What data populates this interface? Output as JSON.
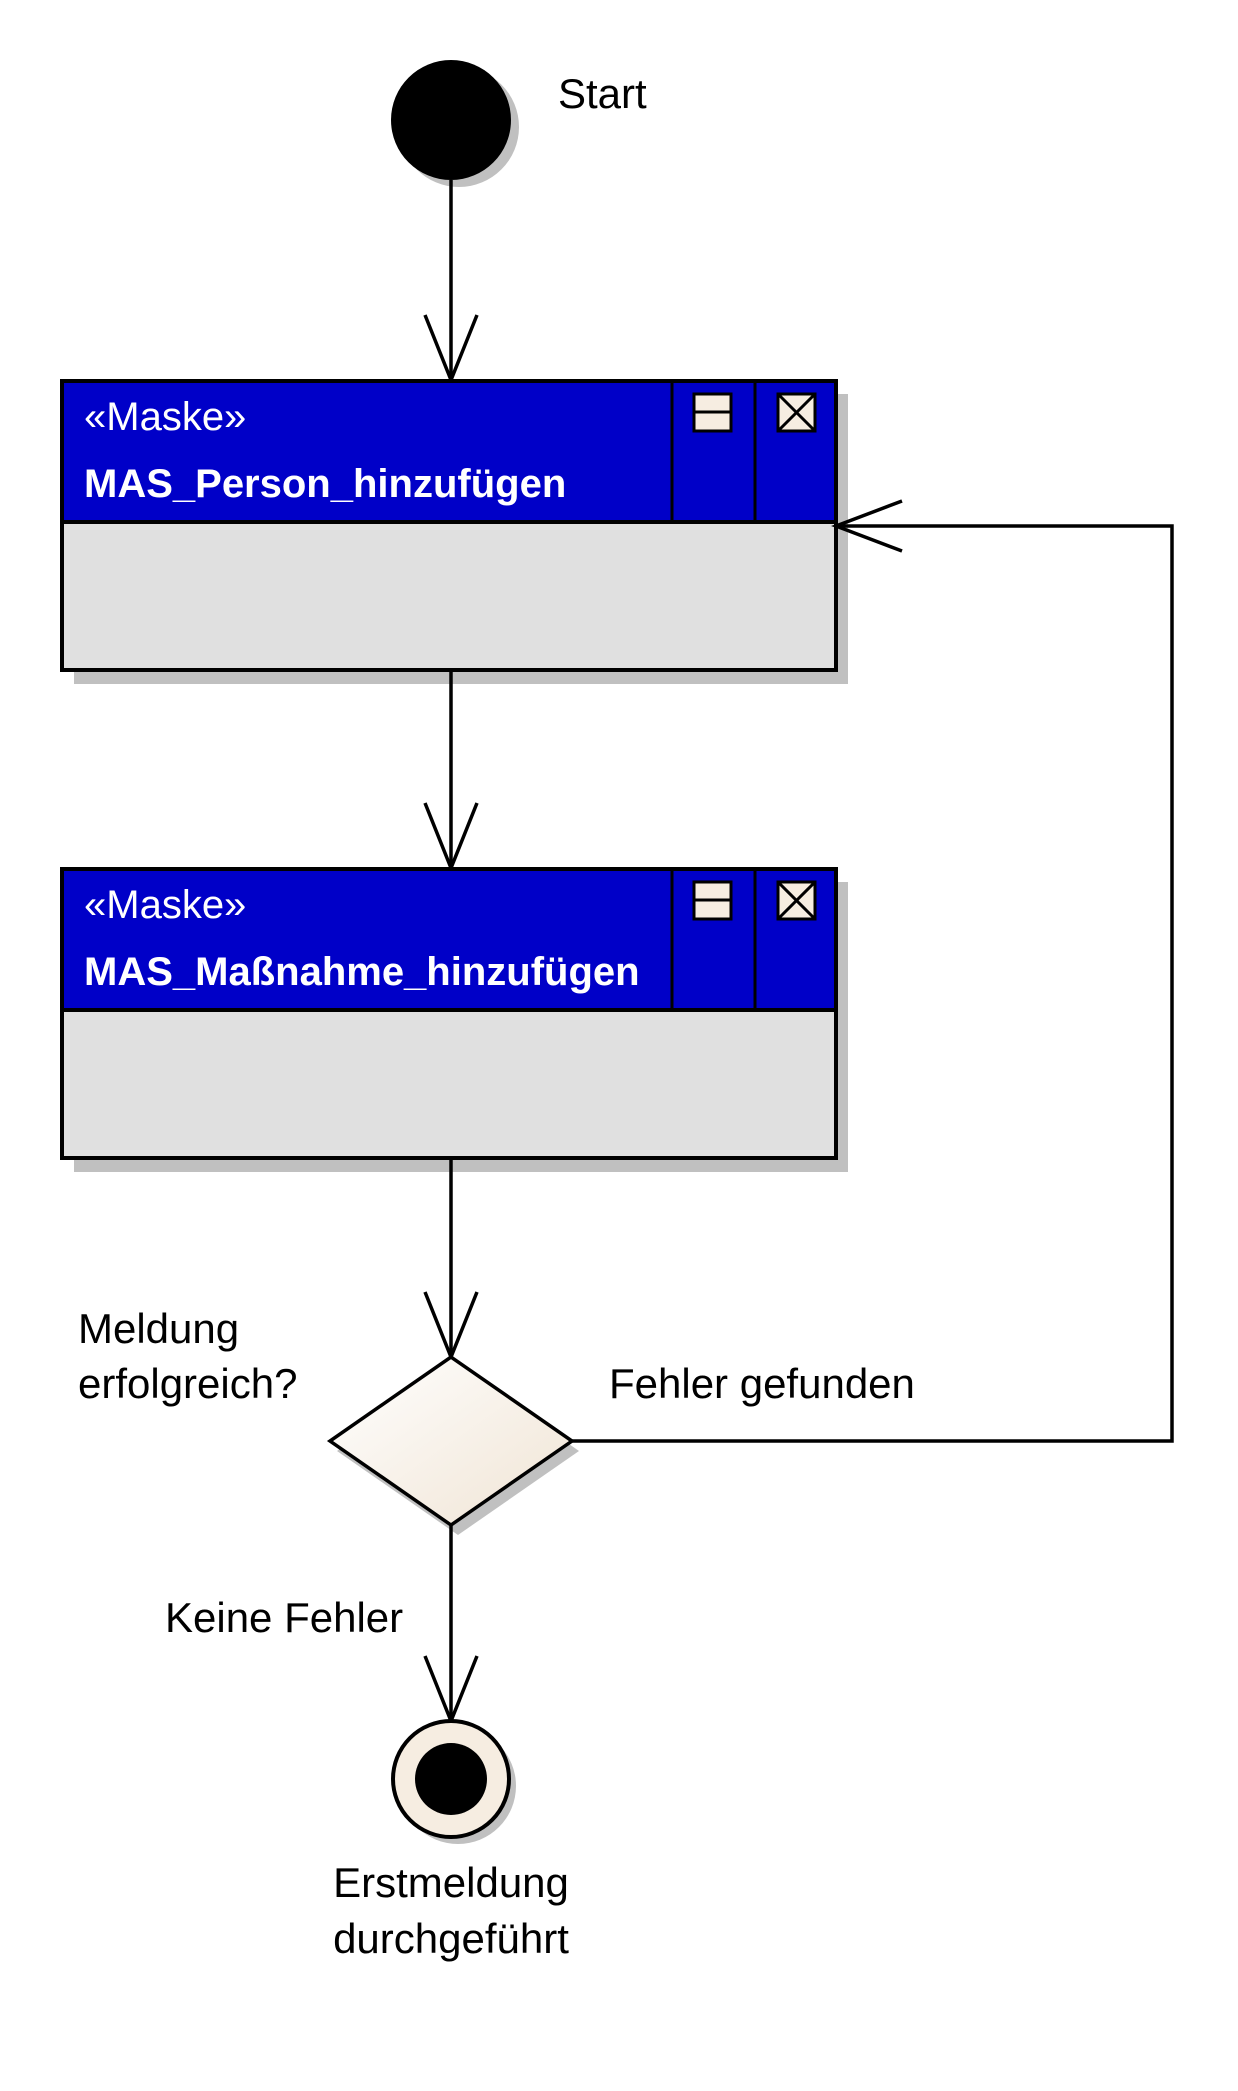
{
  "start": {
    "label": "Start"
  },
  "actions": [
    {
      "stereotype": "«Maske»",
      "name": "MAS_Person_hinzufügen"
    },
    {
      "stereotype": "«Maske»",
      "name": "MAS_Maßnahme_hinzufügen"
    }
  ],
  "decision": {
    "label_line1": "Meldung",
    "label_line2": "erfolgreich?",
    "branch_error": "Fehler gefunden",
    "branch_ok": "Keine Fehler"
  },
  "end": {
    "label_line1": "Erstmeldung",
    "label_line2": "durchgeführt"
  },
  "colors": {
    "header": "#0000c8",
    "body": "#e0e0e0",
    "shadow": "#c0c0c0",
    "node_fill": "#f6ede1",
    "outline": "#000000"
  },
  "icons": [
    "compartment-icon",
    "close-box-icon"
  ]
}
